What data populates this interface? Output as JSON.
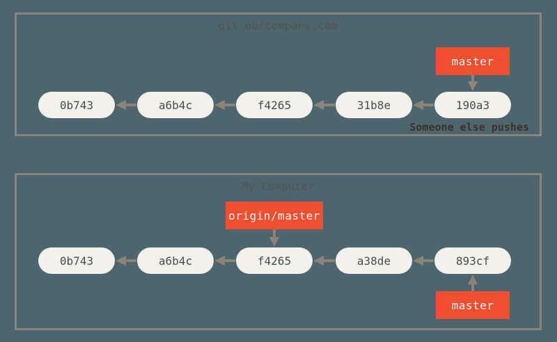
{
  "colors": {
    "background": "#4D656C",
    "box_border": "#8B857D",
    "box_title": "#58524B",
    "node_fill": "#F2F1EB",
    "node_text": "#4D4C48",
    "arrow": "#8C8478",
    "label_bg": "#F14E32",
    "label_text": "#F7F4F0",
    "annotation_text": "#3C3027"
  },
  "remote_repo": {
    "title": "git.ourcompany.com",
    "commits": [
      "0b743",
      "a6b4c",
      "f4265",
      "31b8e",
      "190a3"
    ],
    "branch_label": "master",
    "annotation": "Someone else pushes"
  },
  "local_repo": {
    "title": "My Computer",
    "commits": [
      "0b743",
      "a6b4c",
      "f4265",
      "a38de",
      "893cf"
    ],
    "remote_branch_label": "origin/master",
    "branch_label": "master"
  }
}
